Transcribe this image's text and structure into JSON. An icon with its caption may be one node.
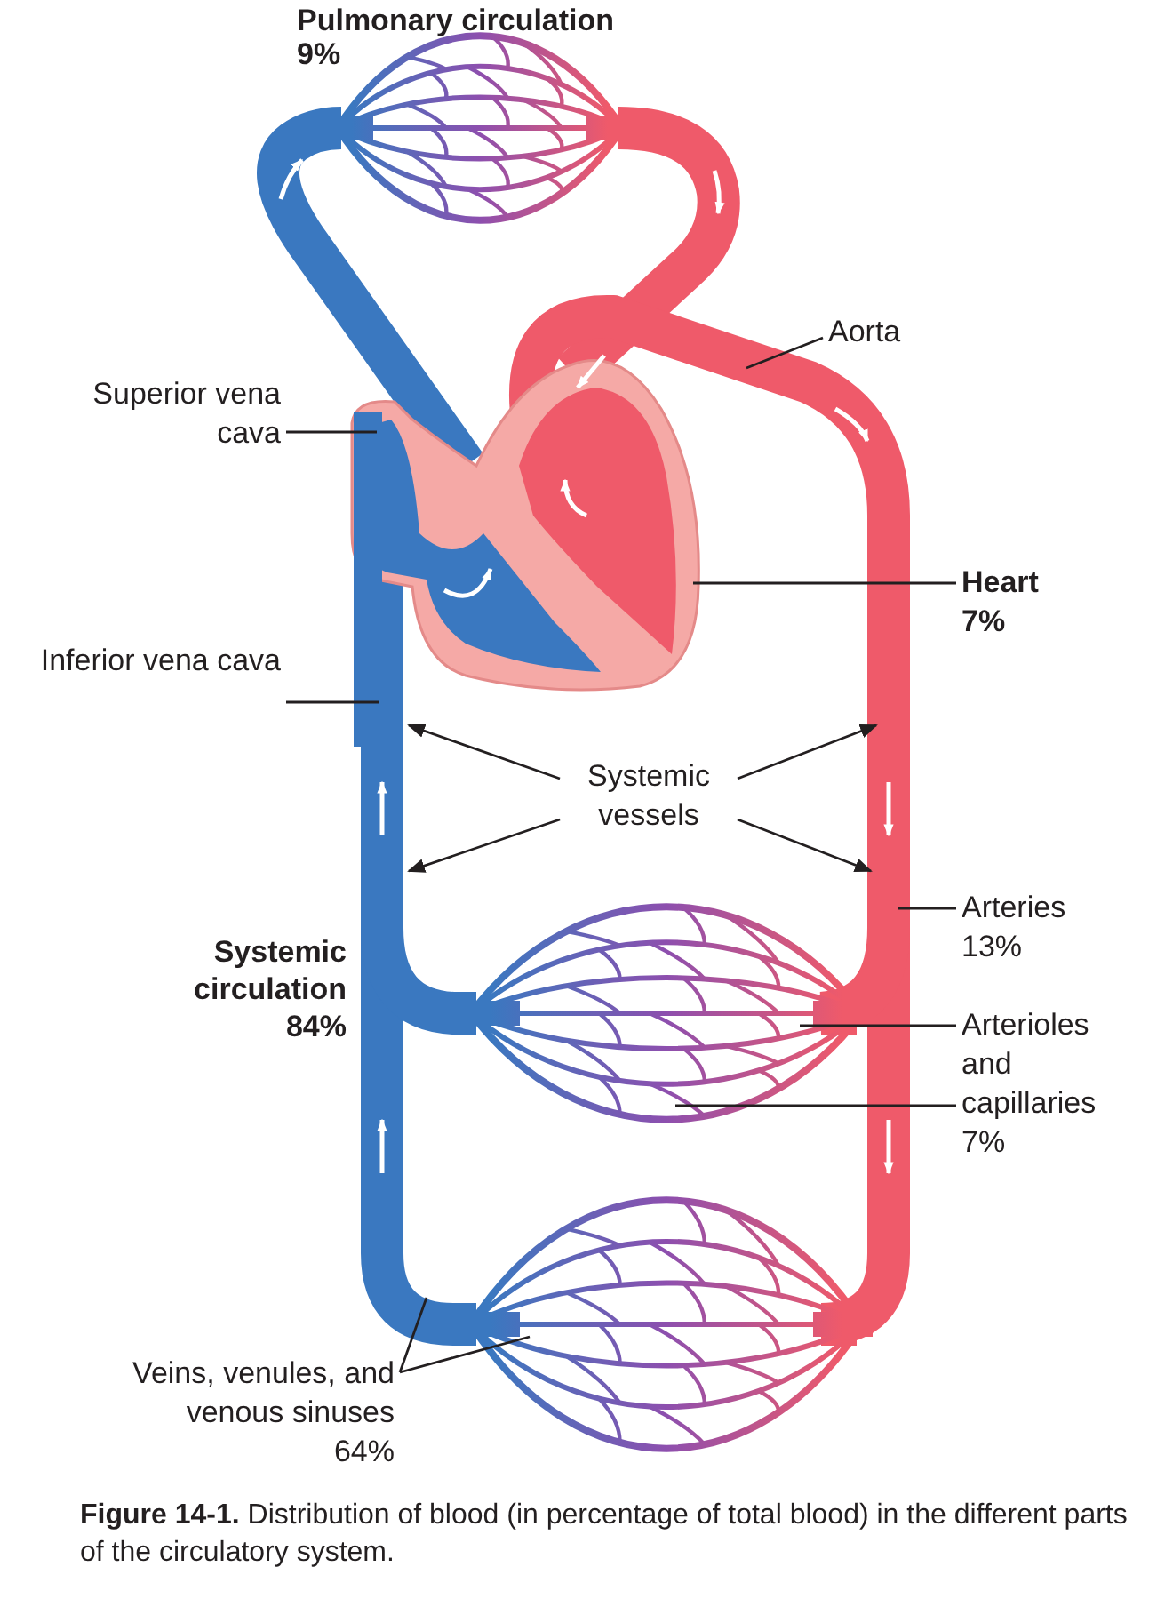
{
  "diagram": {
    "caption": "**Figure 14-1.** Distribution of blood (in percentage of total blood) in the different parts of the circulatory system.",
    "nodes": [
      {
        "text": [
          "Aorta"
        ]
      },
      {
        "text": [
          "Superior vena cava"
        ]
      },
      {
        "text": [
          "Heart",
          "7%"
        ]
      },
      {
        "text": [
          "Inferior vena cava"
        ]
      },
      {
        "text": [
          "Systemic vessels"
        ]
      },
      {
        "text": [
          "Arteries",
          "13%"
        ]
      },
      {
        "text": [
          "Arterioles and capillaries",
          "7%"
        ]
      },
      {
        "text": [
          "Veins, venules, and venous sinuses",
          "64%"
        ]
      }
    ],
    "edges": [
      {
        "from": 0,
        "to": null,
        "arrow": "none"
      },
      {
        "from": 1,
        "to": null,
        "arrow": "none"
      },
      {
        "from": 2,
        "to": null,
        "arrow": "none"
      },
      {
        "from": 3,
        "to": null,
        "arrow": "none"
      },
      {
        "from": 4,
        "to": null,
        "arrow": "to"
      },
      {
        "from": 4,
        "to": null,
        "arrow": "to"
      },
      {
        "from": 4,
        "to": null,
        "arrow": "to"
      },
      {
        "from": 4,
        "to": null,
        "arrow": "to"
      },
      {
        "from": 5,
        "to": null,
        "arrow": "none"
      },
      {
        "from": 6,
        "to": null,
        "arrow": "none"
      },
      {
        "from": 6,
        "to": null,
        "arrow": "none"
      },
      {
        "from": 7,
        "to": null,
        "arrow": "none"
      },
      {
        "from": 7,
        "to": null,
        "arrow": "none"
      }
    ],
    "labels": [
      "Pulmonary circulation",
      "9%",
      "Systemic circulation",
      "84%"
    ]
  }
}
